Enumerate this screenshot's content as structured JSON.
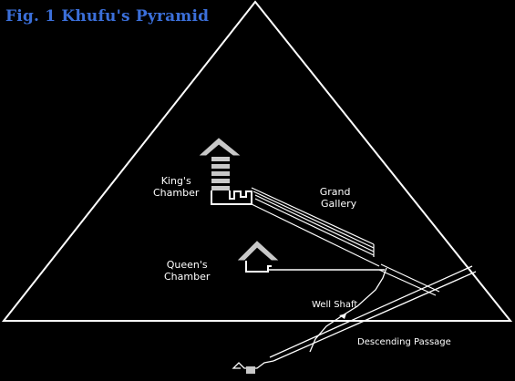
{
  "figure": {
    "title": "Fig. 1 Khufu's Pyramid",
    "title_color": "#3b6fd9"
  },
  "labels": {
    "kings_chamber": [
      "King's",
      "Chamber"
    ],
    "grand_gallery": [
      "Grand",
      "Gallery"
    ],
    "queens_chamber": [
      "Queen's",
      "Chamber"
    ],
    "well_shaft": "Well Shaft",
    "descending_passage": "Descending Passage"
  },
  "colors": {
    "background": "#000000",
    "line": "#ffffff",
    "chamber_fill": "#c8c8c8"
  }
}
